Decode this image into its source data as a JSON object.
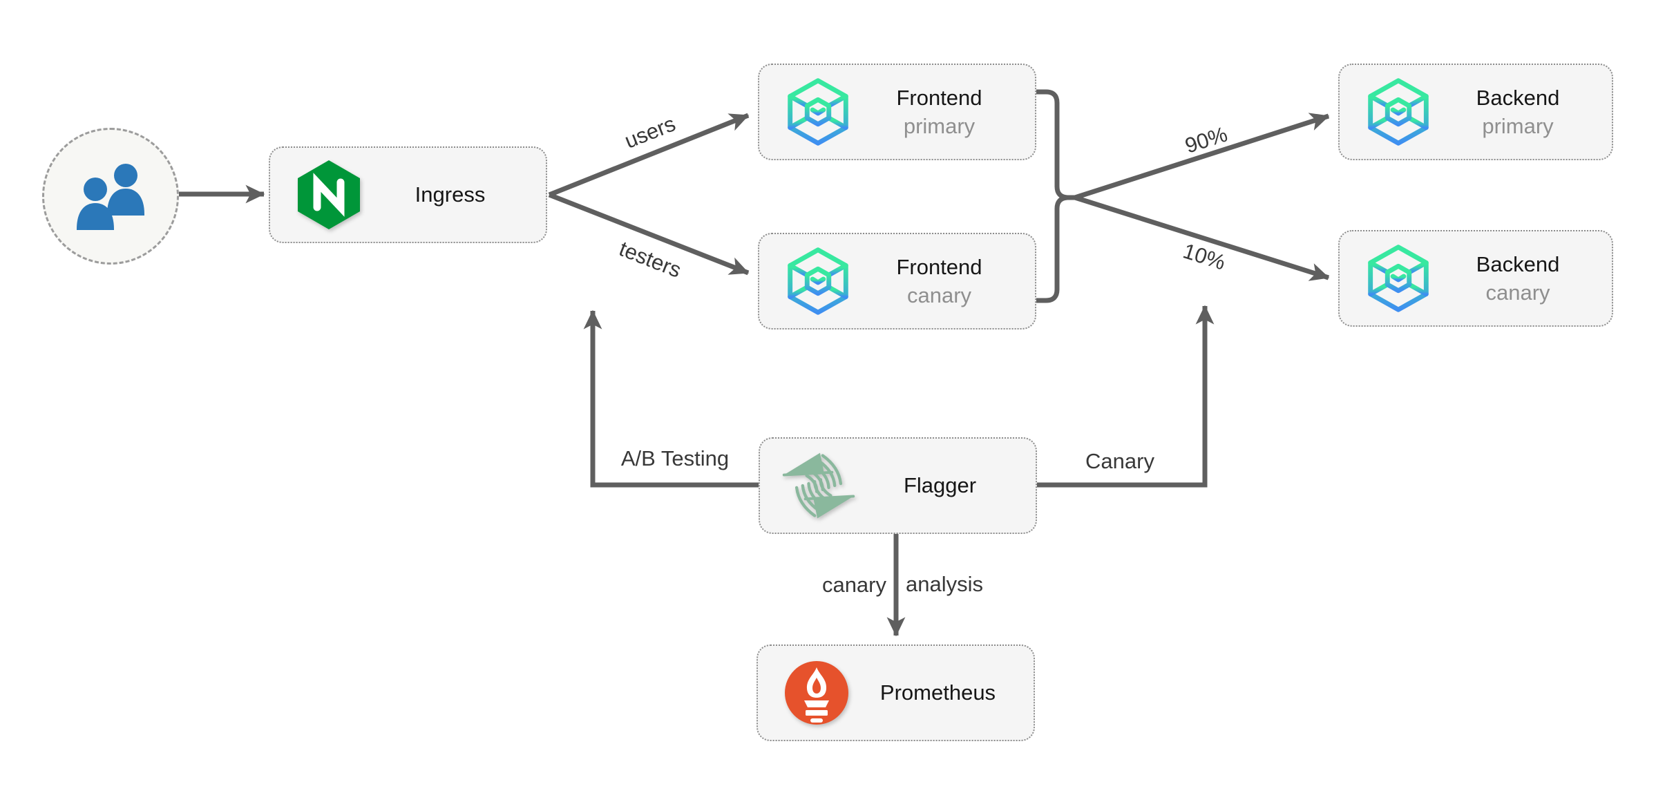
{
  "nodes": {
    "users": {
      "icon": "users-icon"
    },
    "ingress": {
      "label": "Ingress",
      "icon": "nginx-icon"
    },
    "frontend_primary": {
      "title": "Frontend",
      "subtitle": "primary",
      "icon": "app-icon"
    },
    "frontend_canary": {
      "title": "Frontend",
      "subtitle": "canary",
      "icon": "app-icon"
    },
    "backend_primary": {
      "title": "Backend",
      "subtitle": "primary",
      "icon": "app-icon"
    },
    "backend_canary": {
      "title": "Backend",
      "subtitle": "canary",
      "icon": "app-icon"
    },
    "flagger": {
      "label": "Flagger",
      "icon": "flagger-icon"
    },
    "prometheus": {
      "label": "Prometheus",
      "icon": "prometheus-icon"
    }
  },
  "edges": {
    "users_label": "users",
    "testers_label": "testers",
    "primary_weight_label": "90%",
    "canary_weight_label": "10%",
    "ab_testing_label": "A/B Testing",
    "canary_label": "Canary",
    "canary_analysis_left": "canary",
    "canary_analysis_right": "analysis"
  },
  "colors": {
    "background": "#ffffff",
    "arrow": "#5f5f5f",
    "box_fill": "#f5f5f5",
    "box_border": "#8c8c8c",
    "title_text": "#161616",
    "subtitle_text": "#8f8f8f",
    "edge_label_text": "#383838",
    "nginx_green": "#009639",
    "prometheus_red": "#e6522c",
    "flagger_green": "#8ab89d",
    "users_blue": "#2b78b9",
    "app_gradient_top": "#38e8a0",
    "app_gradient_bottom": "#3e8ef1"
  }
}
